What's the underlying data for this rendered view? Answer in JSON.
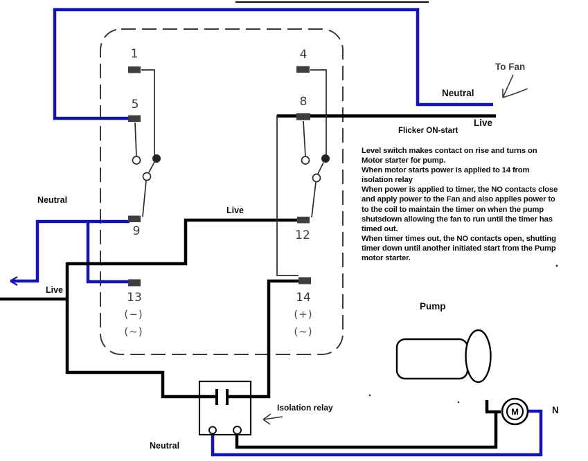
{
  "labels": {
    "neutral_left": "Neutral",
    "live_left": "Live",
    "live_mid": "Live",
    "neutral_right": "Neutral",
    "live_right": "Live",
    "to_fan": "To Fan",
    "flicker": "Flicker ON-start",
    "pump": "Pump",
    "isolation_relay": "Isolation relay",
    "neutral_bottom": "Neutral",
    "n": "N",
    "motor": "M"
  },
  "terminals": {
    "t1": "1",
    "t5": "5",
    "t9": "9",
    "t13": "13",
    "t4": "4",
    "t8": "8",
    "t12": "12",
    "t14": "14"
  },
  "polarity": {
    "t13_minus": "(−)",
    "t13_ac": "(~)",
    "t14_plus": "(+)",
    "t14_ac": "(~)"
  },
  "notes": {
    "lines": [
      "Level switch makes contact on rise and turns on",
      "Motor starter for pump.",
      "When motor starts power is applied to 14 from",
      "isolation relay",
      "When power is applied to timer, the NO contacts close",
      "and apply power to the Fan and also applies power to",
      "to the coil to maintain the timer on when the pump",
      "shutsdown allowing the fan to run until the timer has",
      "timed out.",
      "When timer times out, the NO contacts open, shutting",
      "timer down until another initiated start from the Pump",
      "motor starter."
    ]
  },
  "colors": {
    "wire_blue": "#1414b4",
    "wire_black": "#000000",
    "sketch_gray": "#3a3a3a",
    "terminal_fill": "#3e3e3e"
  }
}
